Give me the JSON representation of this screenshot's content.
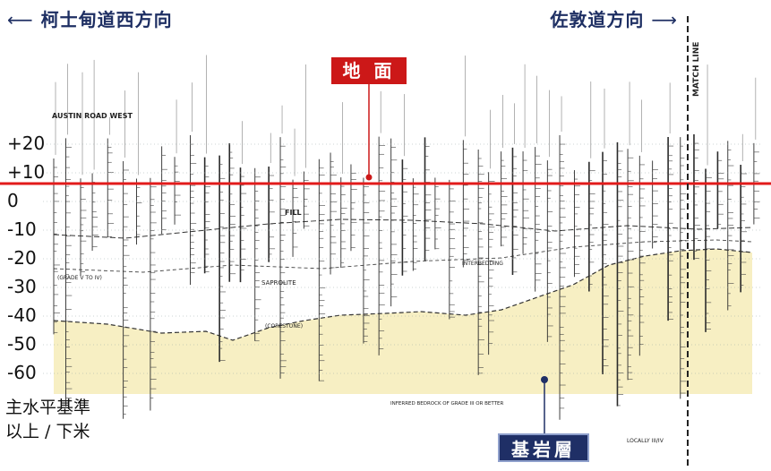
{
  "header": {
    "left_direction": "柯士甸道西方向",
    "right_direction": "佐敦道方向",
    "left_arrow": "⟵",
    "right_arrow": "⟶"
  },
  "callouts": {
    "ground": "地 面",
    "bedrock": "基岩層"
  },
  "datum_note": {
    "line1": "主水平基準",
    "line2": "以上 / 下米"
  },
  "drawing_labels": {
    "road": "AUSTIN ROAD WEST",
    "match_line": "MATCH LINE",
    "fill": "FILL",
    "saprolite": "SAPROLITE",
    "grade": "(GRADE V TO IV)",
    "interbedding": "INTERBEDDING",
    "bedrock_note": "INFERRED BEDROCK OF GRADE III OR BETTER",
    "corestone": "(CORESTONE)",
    "locally": "LOCALLY III/IV"
  },
  "axis": {
    "ticks": [
      {
        "value": 20,
        "label": "+20"
      },
      {
        "value": 10,
        "label": "+10"
      },
      {
        "value": 0,
        "label": "0"
      },
      {
        "value": -10,
        "label": "-10"
      },
      {
        "value": -20,
        "label": "-20"
      },
      {
        "value": -30,
        "label": "-30"
      },
      {
        "value": -40,
        "label": "-40"
      },
      {
        "value": -50,
        "label": "-50"
      },
      {
        "value": -60,
        "label": "-60"
      }
    ]
  },
  "colors": {
    "ground_line": "#e21b1b",
    "bedrock_fill": "#f7efc3",
    "ink": "#2a2a2a",
    "title_navy": "#1e2f63"
  }
}
